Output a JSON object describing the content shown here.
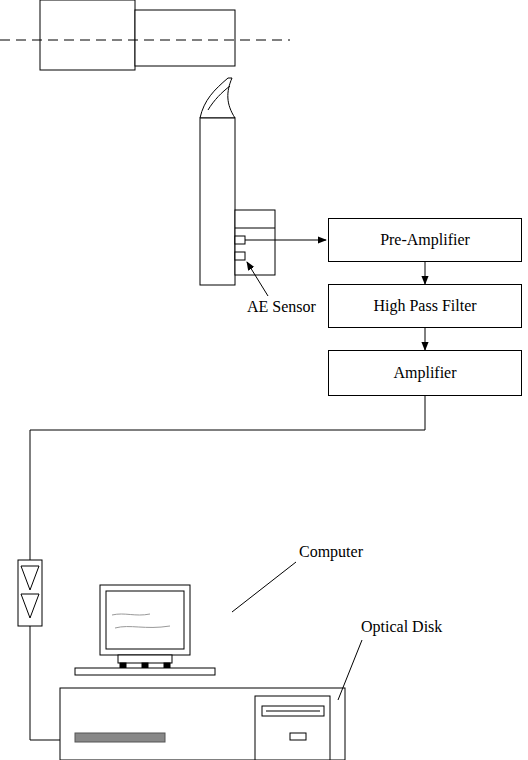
{
  "diagram": {
    "nodes": [
      {
        "text": [
          "Pre-Amplifier"
        ]
      },
      {
        "text": [
          "High Pass Filter"
        ]
      },
      {
        "text": [
          "Amplifier"
        ]
      }
    ],
    "edges": [
      {
        "from": 0,
        "to": 1,
        "arrow": "to"
      },
      {
        "from": 1,
        "to": 2,
        "arrow": "to"
      }
    ],
    "labels": [
      "AE Sensor",
      "Computer",
      "Optical Disk"
    ]
  }
}
